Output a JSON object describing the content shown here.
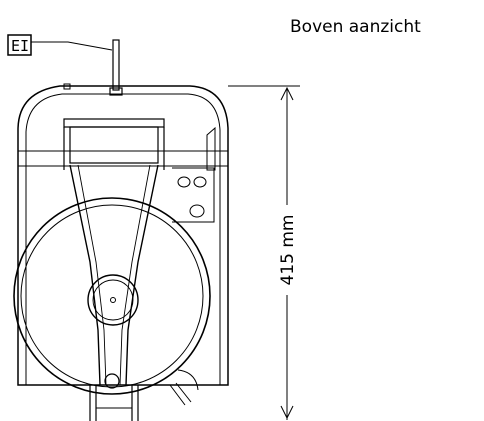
{
  "view_title": "Boven aanzicht",
  "dimension": {
    "value": "415 mm"
  },
  "callout": {
    "label": "EI"
  },
  "colors": {
    "line": "#000000",
    "background": "#ffffff"
  }
}
